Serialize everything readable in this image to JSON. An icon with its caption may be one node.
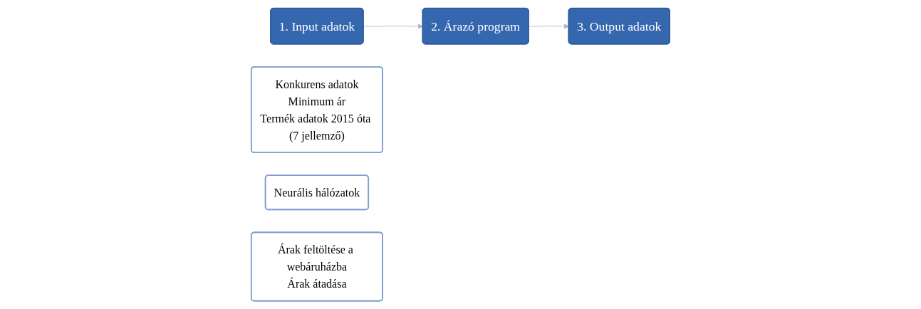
{
  "diagram": {
    "nodes": [
      {
        "text": [
          "1. Input adatok"
        ]
      },
      {
        "text": [
          "Konkurens adatok",
          "Minimum ár",
          "Termék adatok 2015 óta (7 jellemző)"
        ]
      },
      {
        "text": [
          "2. Árazó program"
        ]
      },
      {
        "text": [
          "Neurális hálózatok"
        ]
      },
      {
        "text": [
          "3. Output adatok"
        ]
      },
      {
        "text": [
          "Árak feltöltése a webáruházba",
          "Árak átadása"
        ]
      }
    ],
    "edges": [
      {
        "from": 0,
        "to": 2,
        "arrow": "to",
        "color": "#a9b6c6"
      },
      {
        "from": 2,
        "to": 4,
        "arrow": "to",
        "color": "#a9b6c6"
      }
    ]
  }
}
